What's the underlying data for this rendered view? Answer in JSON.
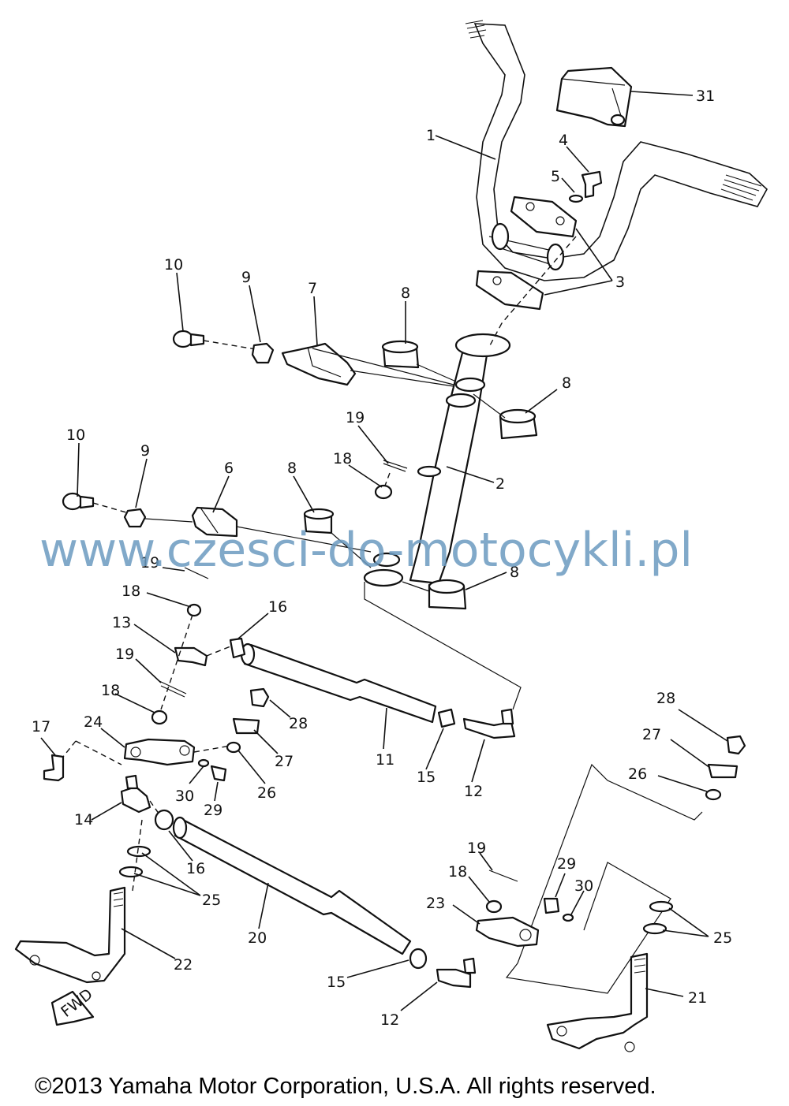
{
  "callouts": [
    "1",
    "2",
    "3",
    "4",
    "5",
    "6",
    "7",
    "8",
    "9",
    "10",
    "11",
    "12",
    "13",
    "14",
    "15",
    "16",
    "17",
    "18",
    "19",
    "20",
    "21",
    "22",
    "23",
    "24",
    "25",
    "26",
    "27",
    "28",
    "29",
    "30",
    "31"
  ],
  "stamp": "FWD",
  "watermark": "www.czesci-do-motocykli.pl",
  "copyright": "©2013 Yamaha Motor Corporation, U.S.A. All rights reserved."
}
